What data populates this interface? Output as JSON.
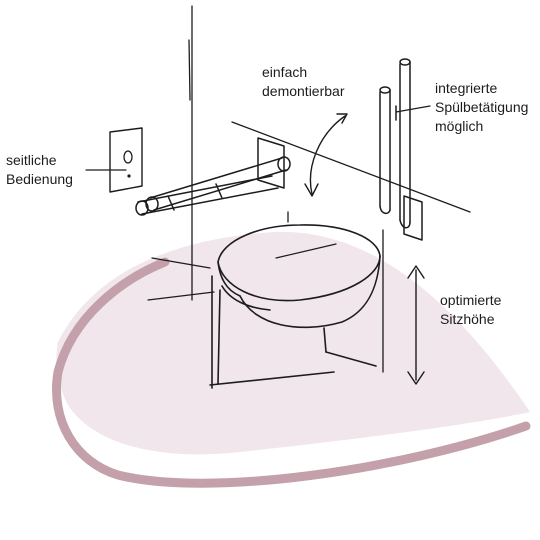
{
  "labels": {
    "side_operation": [
      "seitliche",
      "Bedienung"
    ],
    "easy_removal": [
      "einfach",
      "demontierbar"
    ],
    "integrated_flush": [
      "integrierte",
      "Spülbetätigung",
      "möglich"
    ],
    "seat_height": [
      "optimierte",
      "Sitzhöhe"
    ]
  },
  "colors": {
    "ink": "#1c1c1c",
    "floor_fill": "#f1e6ec",
    "floor_outline": "#c3a0aa"
  }
}
